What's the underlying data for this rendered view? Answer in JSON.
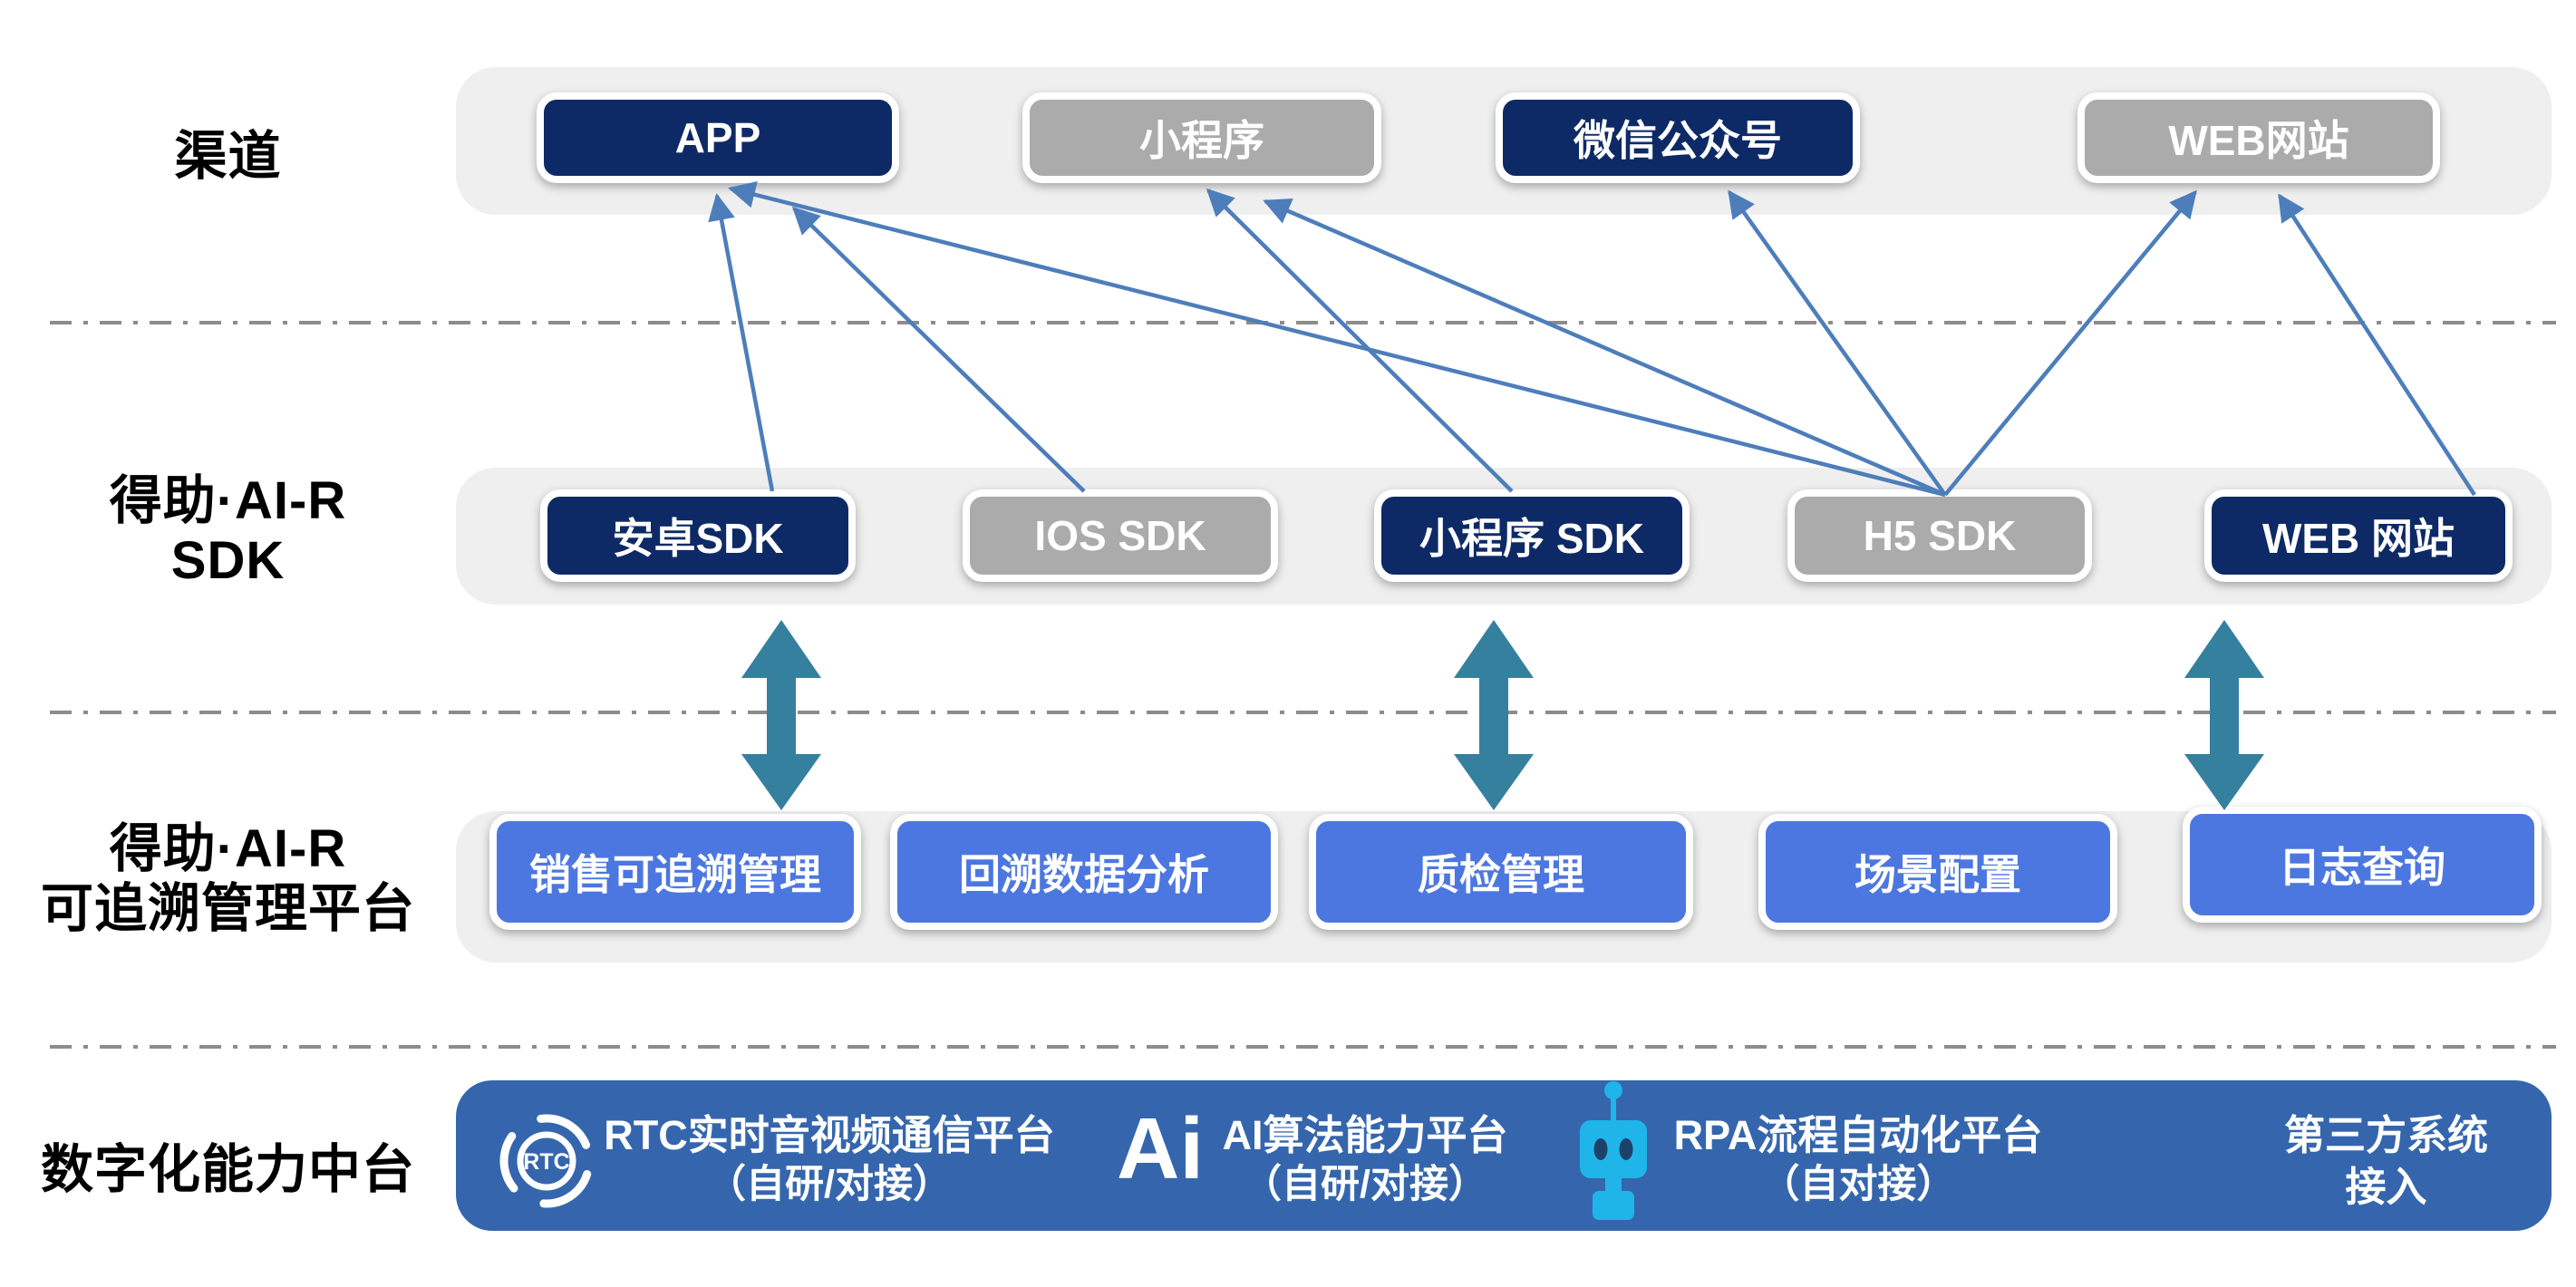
{
  "colors": {
    "navy_box": "#0E2A66",
    "gray_box": "#ABABAB",
    "blue_box": "#4D77E0",
    "band_gray": "#EFEFEF",
    "band_blue": "#3566AD",
    "teal_arrow": "#35809E",
    "flow_arrow": "#4D7EBB",
    "robot_cyan": "#1FB5E8",
    "dotted_line": "#8C8C8C"
  },
  "channels": {
    "label": "渠道",
    "boxes": [
      {
        "label": "APP"
      },
      {
        "label": "小程序"
      },
      {
        "label": "微信公众号"
      },
      {
        "label": "WEB网站"
      }
    ]
  },
  "sdk": {
    "label_line1": "得助·AI-R",
    "label_line2": "SDK",
    "boxes": [
      {
        "label": "安卓SDK"
      },
      {
        "label": "IOS SDK"
      },
      {
        "label": "小程序 SDK"
      },
      {
        "label": "H5 SDK"
      },
      {
        "label": "WEB 网站"
      }
    ]
  },
  "platform": {
    "label_line1": "得助·AI-R",
    "label_line2": "可追溯管理平台",
    "boxes": [
      {
        "label": "销售可追溯管理"
      },
      {
        "label": "回溯数据分析"
      },
      {
        "label": "质检管理"
      },
      {
        "label": "场景配置"
      },
      {
        "label": "日志查询"
      }
    ]
  },
  "midplatform": {
    "label": "数字化能力中台",
    "rtc_icon_text": "RTC",
    "ai_glyph": "Ai",
    "items": [
      {
        "line1": "RTC实时音视频通信平台",
        "line2": "（自研/对接）"
      },
      {
        "line1": "AI算法能力平台",
        "line2": "（自研/对接）"
      },
      {
        "line1": "RPA流程自动化平台",
        "line2": "（自对接）"
      },
      {
        "line1": "第三方系统",
        "line2": "接入"
      }
    ]
  }
}
